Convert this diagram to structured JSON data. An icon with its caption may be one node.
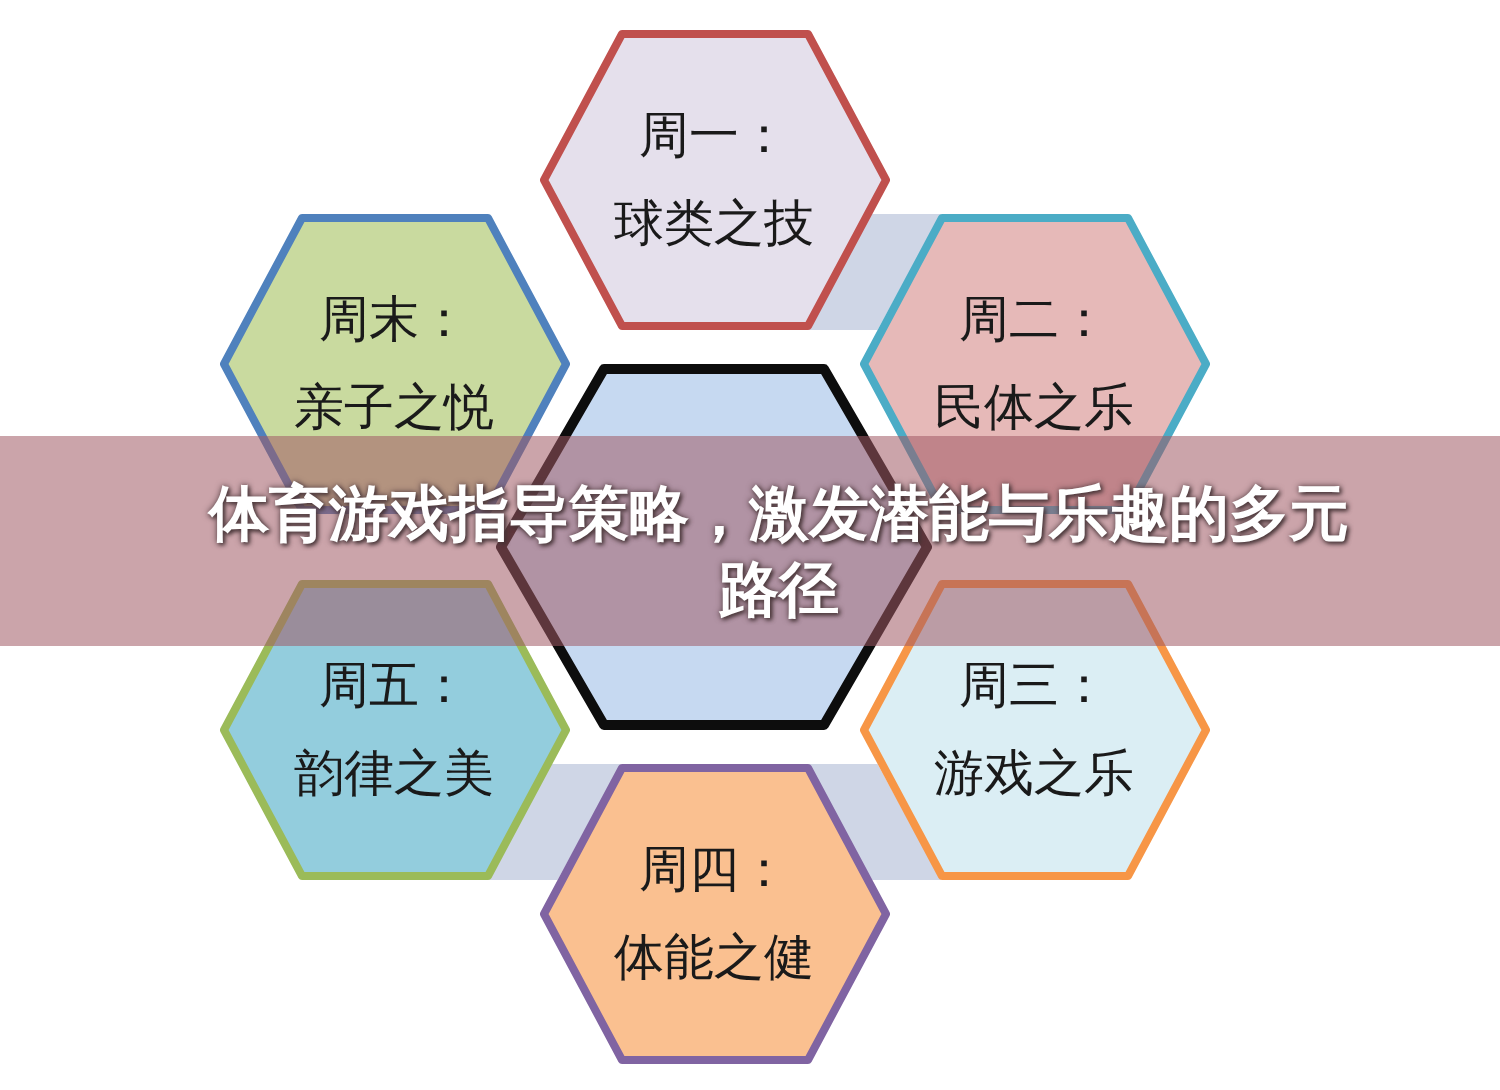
{
  "diagram": {
    "title": "体育游戏指导策略，激发潜能与乐趣的多元路径",
    "nodes": [
      {
        "text": [
          "周一：",
          "球类之技"
        ]
      },
      {
        "text": [
          "周末：",
          "亲子之悦"
        ]
      },
      {
        "text": [
          "周二：",
          "民体之乐"
        ]
      },
      {
        "text": [],
        "shape": "hexagon"
      },
      {
        "text": [
          "周五：",
          "韵律之美"
        ]
      },
      {
        "text": [
          "周三：",
          "游戏之乐"
        ]
      },
      {
        "text": [
          "周四：",
          "体能之健"
        ]
      }
    ],
    "edges": [
      {
        "from": 0,
        "to": 2,
        "arrow": "none"
      },
      {
        "from": 5,
        "to": 6,
        "arrow": "none"
      },
      {
        "from": 6,
        "to": 4,
        "arrow": "none"
      }
    ]
  }
}
